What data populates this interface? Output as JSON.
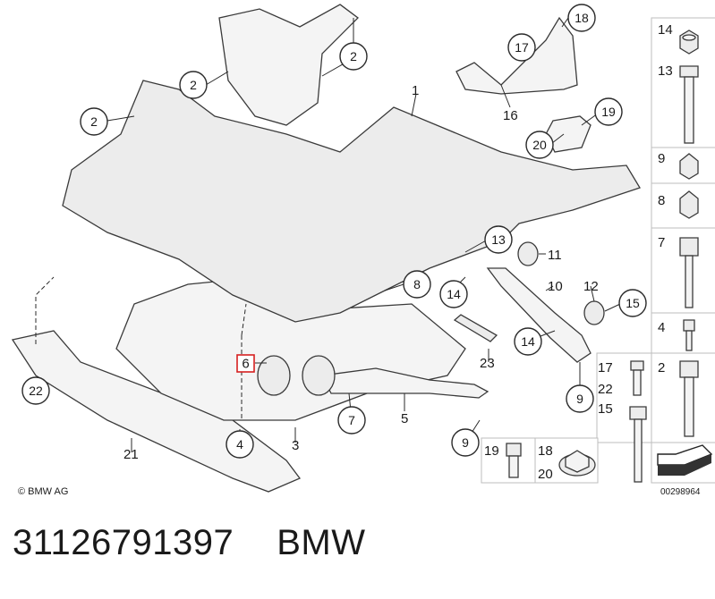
{
  "callouts": {
    "c1": "1",
    "c2a": "2",
    "c2b": "2",
    "c2c": "2",
    "c3": "3",
    "c4": "4",
    "c5": "5",
    "c6": "6",
    "c7": "7",
    "c8": "8",
    "c9a": "9",
    "c9b": "9",
    "c10": "10",
    "c11": "11",
    "c12": "12",
    "c13": "13",
    "c14a": "14",
    "c14b": "14",
    "c15": "15",
    "c16": "16",
    "c17": "17",
    "c18": "18",
    "c19": "19",
    "c20": "20",
    "c21": "21",
    "c22": "22",
    "c23": "23"
  },
  "sidebar": {
    "s14": "14",
    "s13": "13",
    "s9": "9",
    "s8": "8",
    "s7": "7",
    "s4": "4",
    "s2": "2",
    "s17": "17",
    "s22": "22",
    "s15": "15"
  },
  "bottom_row": {
    "b19": "19",
    "b18": "18",
    "b20": "20"
  },
  "copyright": "© BMW AG",
  "diagram_id": "00298964",
  "caption": {
    "part_number": "31126791397",
    "brand": "BMW"
  },
  "colors": {
    "highlight": "#d62020",
    "line": "#2a2a2a"
  }
}
